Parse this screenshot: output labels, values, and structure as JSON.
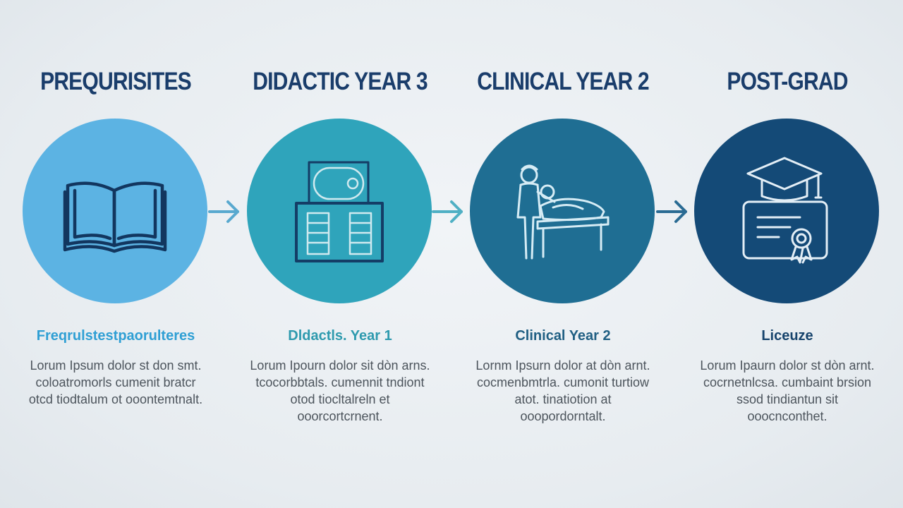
{
  "colors": {
    "heading": "#1a3d6b",
    "circle_1": "#5cb3e3",
    "circle_2": "#2fa4bb",
    "circle_3": "#1f6e93",
    "circle_4": "#144a77",
    "label_1": "#2f9fd4",
    "label_2": "#2e9aae",
    "label_3": "#205f83",
    "label_4": "#16436c",
    "arrow": "#59a9cf",
    "body_text": "#4c545c"
  },
  "steps": [
    {
      "heading": "PREQURISITES",
      "icon": "open-book-icon",
      "label": "Freqrulstestpaorulteres",
      "description": "Lorum Ipsum dolor st don smt. coloatromorls cumenit bratcr otcd tiodtalum ot ooontemtnalt."
    },
    {
      "heading": "DIDACTIC YEAR 3",
      "icon": "classroom-icon",
      "label": "Dldactls. Year 1",
      "description": "Lorum Ipourn dolor sit dòn arns. tcocorbbtals. cumennit tndiont otod tiocltalreln et ooorcortcrnent."
    },
    {
      "heading": "CLINICAL YEAR 2",
      "icon": "clinician-patient-icon",
      "label": "Clinical Year 2",
      "description": "Lornm Ipsurn dolor at dòn arnt. cocmenbmtrla. cumonit turtiow atot. tinatiotion at ooopordorntalt."
    },
    {
      "heading": "POST-GRAD",
      "icon": "graduation-certificate-icon",
      "label": "Liceuze",
      "description": "Lorum Ipaurn dolor st dòn arnt. cocrnetnlcsa. cumbaint brsion ssod tindiantun sit ooocnconthet."
    }
  ],
  "arrows": [
    "arrow-right-icon",
    "arrow-right-icon",
    "arrow-right-icon"
  ]
}
